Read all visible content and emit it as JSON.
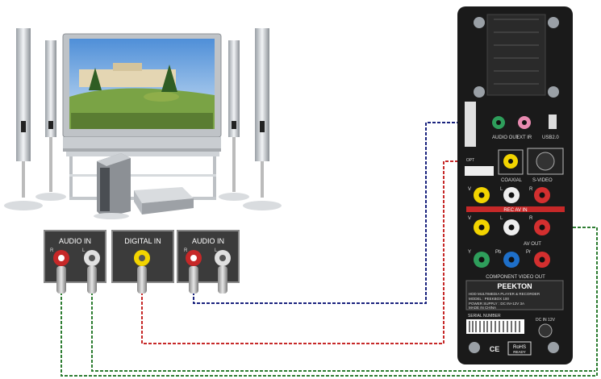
{
  "inputs": {
    "audio_in_left": "AUDIO IN",
    "digital_in": "DIGITAL IN",
    "audio_in_right": "AUDIO IN",
    "r": "R",
    "l": "L"
  },
  "device": {
    "audio_out": "AUDIO OUT",
    "ext_ir": "EXT IR",
    "usb": "USB2.0",
    "coaxial": "COAXIAL",
    "s_video": "S-VIDEO",
    "rec_av_in": "REC AV IN",
    "av_out": "AV OUT",
    "component_video_out": "COMPONENT VIDEO OUT",
    "brand": "PEEKTON",
    "info_line1": "HDD MULTIMEDIA PLAYER & RECORDER",
    "info_line2": "MODEL : PEEKBOX 100",
    "info_line3": "POWER SUPPLY : DC IN+12V 3A",
    "info_line4": "MADE IN CHINA",
    "serial_number": "SERIAL NUMBER",
    "dc_in": "DC IN 12V",
    "rohs": "RoHS",
    "rohs_ready": "READY",
    "ce": "CE",
    "v": "V",
    "y": "Y",
    "pb": "Pb",
    "pr": "Pr",
    "opt": "OPT",
    "r": "R",
    "l": "L"
  },
  "colors": {
    "device_body": "#1a1a1a",
    "rca_red": "#d32f2f",
    "rca_white": "#eeeeee",
    "rca_yellow": "#f2d400",
    "rca_green": "#2e9e5b",
    "rca_blue": "#1e6fc9",
    "rca_pink": "#e88ab0",
    "wire_blue": "#1a237e",
    "wire_red": "#c62828",
    "wire_green": "#2e7d32"
  }
}
